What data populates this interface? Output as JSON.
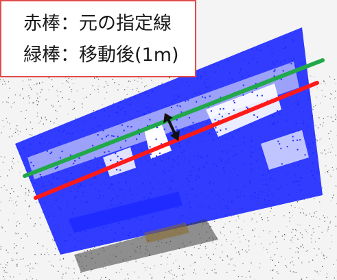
{
  "legend": {
    "red_line_label": "赤棒：元の指定線",
    "green_line_label": "緑棒：移動後(1m)"
  },
  "colors": {
    "point_cloud_blue": "#1f2bff",
    "red_line": "#ff1a1a",
    "green_line": "#21a84a",
    "ground_points": "#2b2b2b",
    "legend_border": "#e24a4a"
  },
  "icons": {
    "offset_arrow": "double-headed-arrow"
  }
}
